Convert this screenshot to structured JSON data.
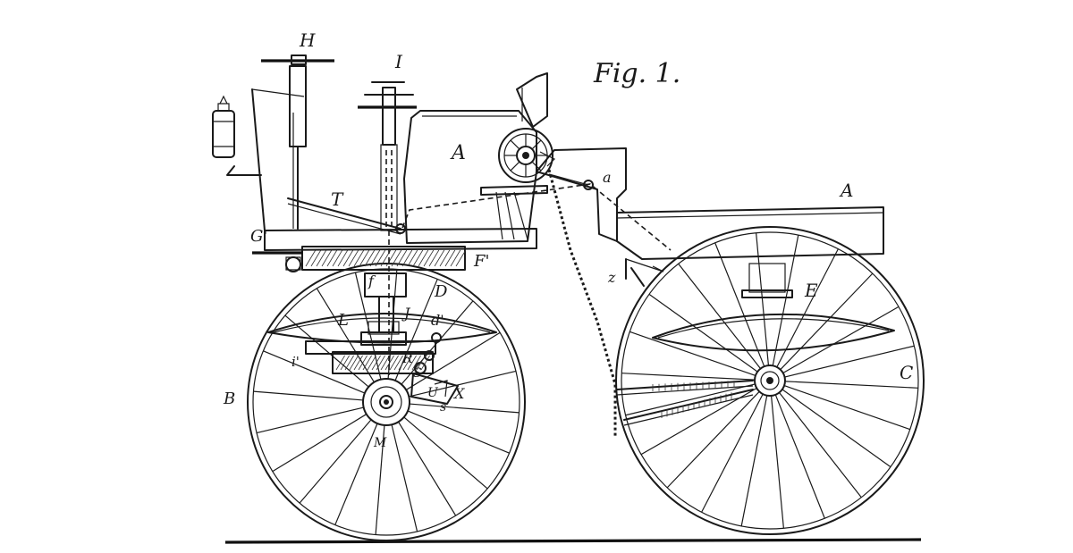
{
  "figure": {
    "title": "Fig. 1."
  },
  "labels": {
    "H": "H",
    "I": "I",
    "A_body": "A",
    "A_frame": "A",
    "a": "a",
    "T": "T",
    "G": "G'",
    "F": "F'",
    "f": "f",
    "D": "D",
    "L": "L",
    "J": "J",
    "d1": "d'",
    "i1": "i'",
    "R": "R",
    "S": "S",
    "U": "U",
    "X": "X",
    "s": "s",
    "B": "B",
    "M": "M",
    "z": "z",
    "E": "E",
    "C": "C"
  }
}
